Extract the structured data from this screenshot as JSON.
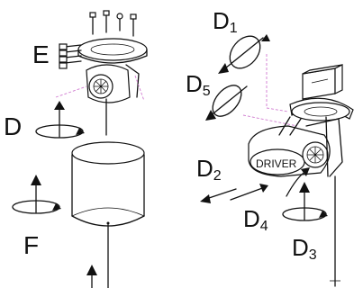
{
  "labels": {
    "E": "E",
    "D": "D",
    "F": "F",
    "D1": {
      "letter": "D",
      "sub": "1"
    },
    "D5": {
      "letter": "D",
      "sub": "5"
    },
    "D2": {
      "letter": "D",
      "sub": "2"
    },
    "D4": {
      "letter": "D",
      "sub": "4"
    },
    "D3": {
      "letter": "D",
      "sub": "3"
    },
    "driver": "DRIVER"
  },
  "colors": {
    "line": "#111111",
    "guide": "#d07ad0",
    "background": "#ffffff"
  }
}
